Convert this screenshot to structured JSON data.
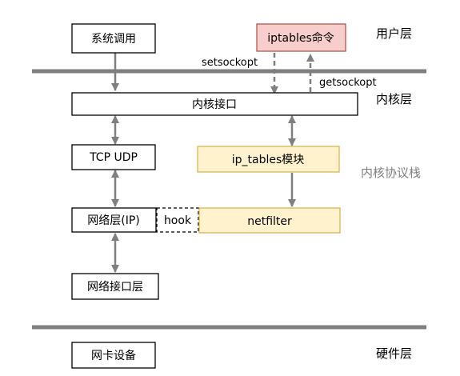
{
  "layers": {
    "user": "用户层",
    "kernel": "内核层",
    "protocol_stack": "内核协议栈",
    "hardware": "硬件层"
  },
  "boxes": {
    "syscall": "系统调用",
    "iptables_cmd": "iptables命令",
    "kernel_interface": "内核接口",
    "tcp_udp": "TCP UDP",
    "ip_tables_module": "ip_tables模块",
    "network_layer": "网络层(IP)",
    "hook": "hook",
    "netfilter": "netfilter",
    "net_interface_layer": "网络接口层",
    "nic_device": "网卡设备"
  },
  "edge_labels": {
    "setsockopt": "setsockopt",
    "getsockopt": "getsockopt"
  },
  "colors": {
    "iptables_fill": "#f8cecc",
    "iptables_stroke": "#b85450",
    "module_fill": "#fff2cc",
    "module_stroke": "#d6b656",
    "separator": "#7f7f7f",
    "arrow": "#7f7f7f",
    "box_stroke": "#000000",
    "layer_text": "#000000",
    "stack_text": "#7f7f7f"
  }
}
